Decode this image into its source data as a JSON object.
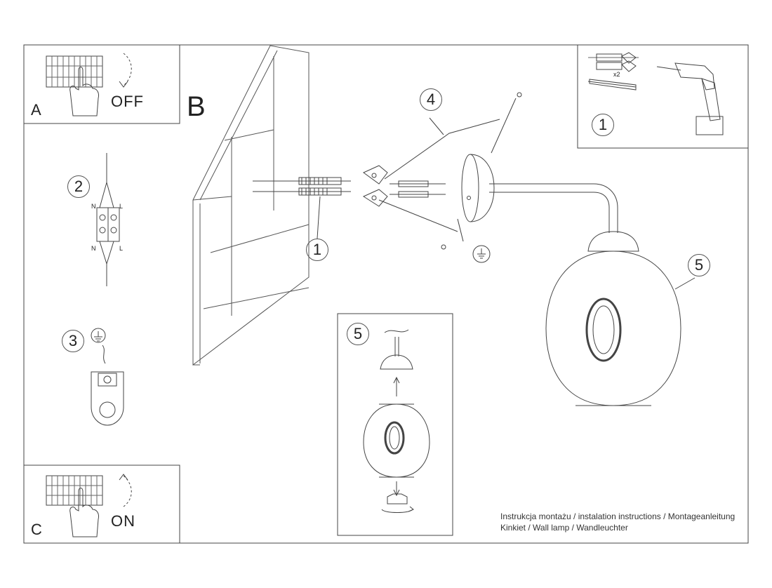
{
  "section_labels": {
    "a": "A",
    "b": "B",
    "c": "C"
  },
  "switch": {
    "off": "OFF",
    "on": "ON"
  },
  "steps": {
    "left_2": "2",
    "left_3": "3",
    "top_right_1": "1",
    "main_1": "1",
    "main_4": "4",
    "main_5": "5",
    "inset_5": "5"
  },
  "connector": {
    "n_top": "N",
    "l_top": "L",
    "n_bottom": "N",
    "l_bottom": "L"
  },
  "kit": {
    "quantity": "x2"
  },
  "caption": {
    "line1": "Instrukcja montażu / instalation instructions / Montageanleitung",
    "line2": "Kinkiet / Wall lamp / Wandleuchter"
  }
}
